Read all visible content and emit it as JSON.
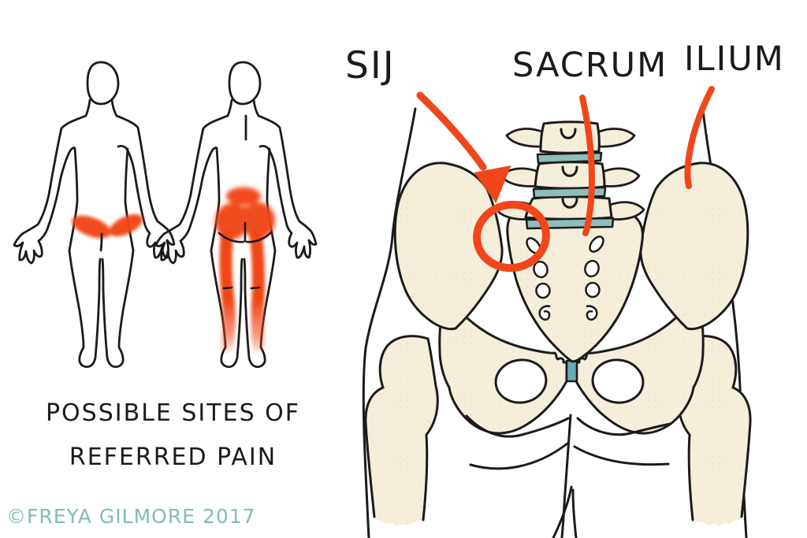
{
  "artwork": {
    "caption": {
      "line1": "POSSIBLE SITES OF",
      "line2": "REFERRED PAIN"
    },
    "credit": "©FREYA GILMORE 2017",
    "anatomy_labels": {
      "sij": "SIJ",
      "sacrum": "SACRUM",
      "ilium": "ILIUM"
    },
    "colors": {
      "annotation_red": "#f04619",
      "bone_cream": "#f5eedb",
      "disc_teal": "#8fbdb9",
      "symphysis_teal": "#66adb0",
      "credit_teal": "#80bdb7",
      "line_black": "#1b1b1b"
    },
    "figures": {
      "front_view": {
        "name": "front body chart",
        "pain_sites": [
          "left groin",
          "right groin"
        ]
      },
      "back_view": {
        "name": "back body chart",
        "pain_sites": [
          "lower back",
          "left buttock",
          "right buttock",
          "left posterior thigh and calf",
          "right posterior thigh and calf"
        ]
      }
    }
  }
}
